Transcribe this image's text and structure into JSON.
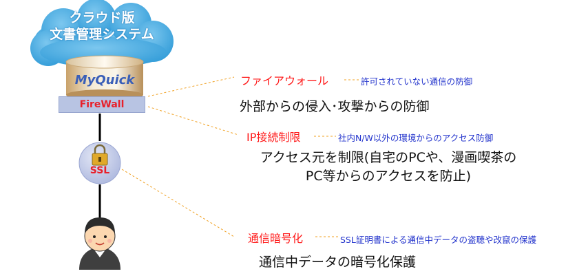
{
  "cloud": {
    "title_line1": "クラウド版",
    "title_line2": "文書管理システム"
  },
  "server": {
    "brand": "MyQuick",
    "firewall_label": "FireWall"
  },
  "ssl": {
    "label": "SSL"
  },
  "items": [
    {
      "heading": "ファイアウォール",
      "note": "許可されていない通信の防御",
      "description_lines": [
        "外部からの侵入･攻撃からの防御"
      ]
    },
    {
      "heading": "IP接続制限",
      "note": "社内N/W以外の環境からのアクセス防御",
      "description_lines": [
        "アクセス元を制限(自宅のPCや、漫画喫茶の",
        "PC等からのアクセスを防止)"
      ]
    },
    {
      "heading": "通信暗号化",
      "note": "SSL証明書による通信中データの盗聴や改竄の保護",
      "description_lines": [
        "通信中データの暗号化保護"
      ]
    }
  ],
  "colors": {
    "cloud": "#3aa6e0",
    "cloud_highlight": "#7cc7ef",
    "heading": "#ff1a1a",
    "note": "#2233cc",
    "connector": "#f0a020",
    "firewall_box": "#b8c4e3",
    "ssl_circle": "#c5cde9"
  }
}
